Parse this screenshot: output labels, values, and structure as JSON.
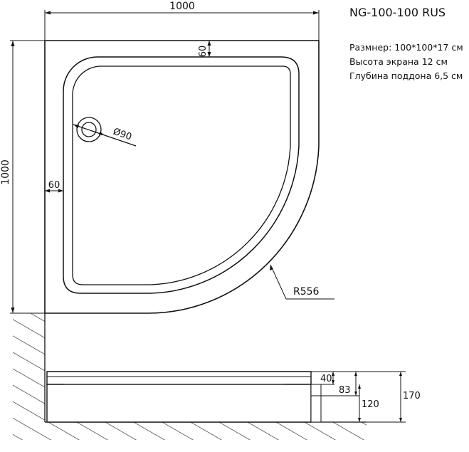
{
  "model": "NG-100-100 RUS",
  "specs": [
    "Размнер: 100*100*17 см",
    "Высота экрана 12 см",
    "Глубина поддона 6,5 см"
  ],
  "plan_dimensions": {
    "width": "1000",
    "height": "1000",
    "rim_top": "60",
    "rim_left": "60",
    "drain_diameter": "Ø90",
    "radius": "R556"
  },
  "side_dimensions": {
    "rim_height": "40",
    "tray_height": "83",
    "screen_height": "120",
    "total_height": "170"
  }
}
